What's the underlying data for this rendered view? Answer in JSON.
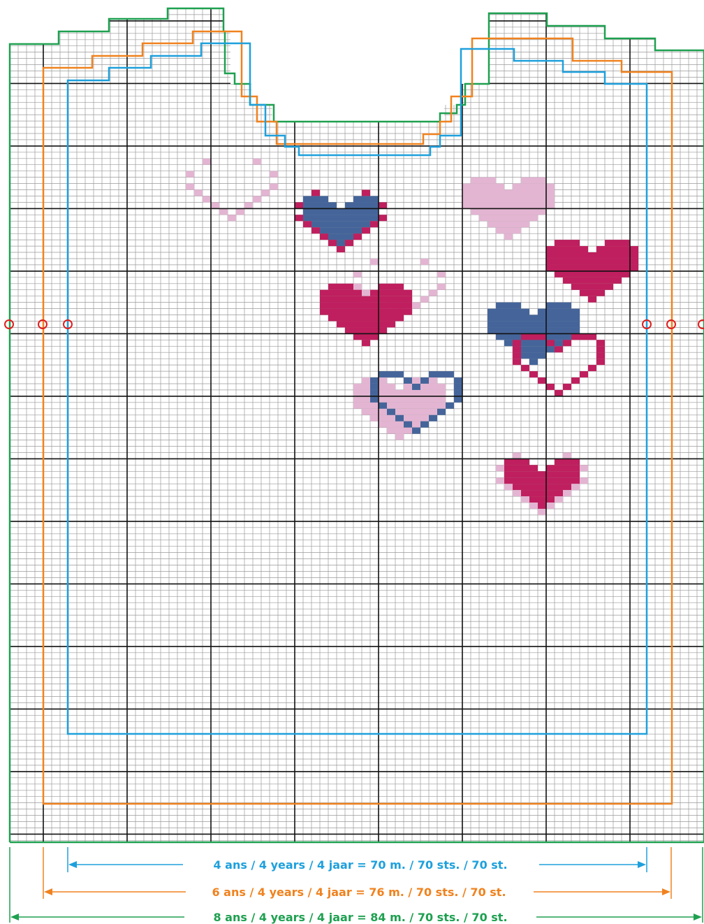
{
  "size_labels": {
    "size_4": "4 ans / 4 years / 4 jaar = 70 m. /  70 sts. / 70 st.",
    "size_6": "6 ans / 4 years / 4 jaar = 76 m. / 70 sts. / 70 st.",
    "size_8": "8 ans / 4 years / 4 jaar = 84 m. / 70 sts. / 70 st."
  },
  "colors": {
    "size_4": "#1ea0dc",
    "size_6": "#f0821e",
    "size_8": "#1ea050",
    "marker": "#e01e1e",
    "navy": "#45659a",
    "magenta": "#bf1f5e",
    "light_pink": "#e3b5d2",
    "grid_minor": "#9a9a9a",
    "grid_major": "#111111"
  },
  "icons": {
    "side_marker": "circle-marker-icon",
    "arrow_left": "arrow-left-icon",
    "arrow_right": "arrow-right-icon"
  }
}
